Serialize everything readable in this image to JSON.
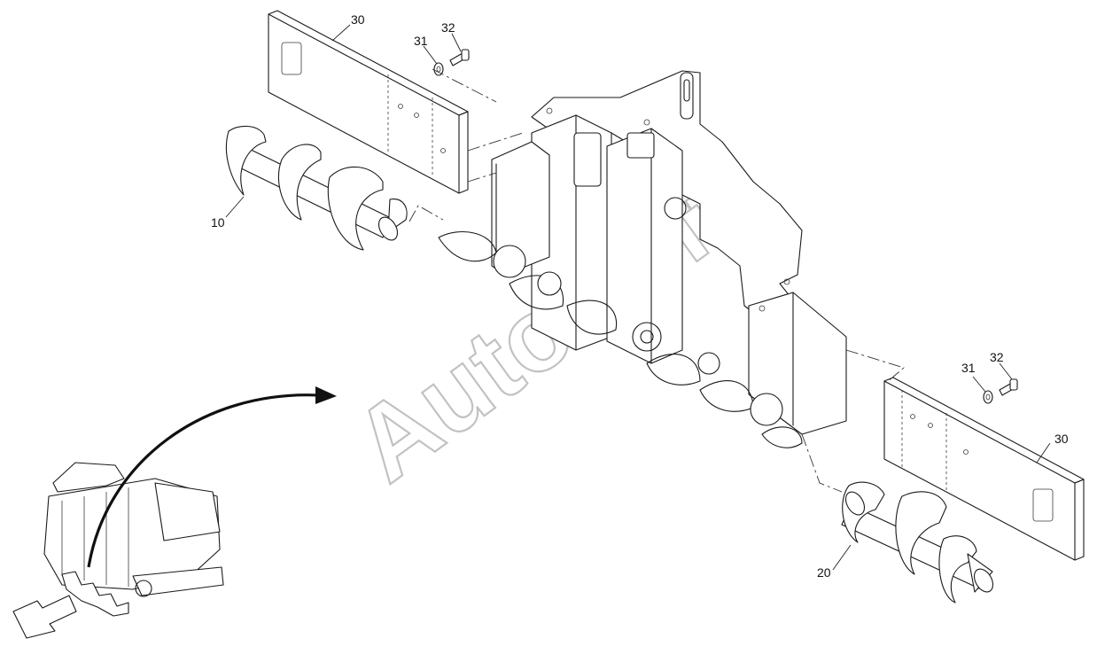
{
  "watermark": "AutoSoft",
  "callouts": {
    "plate_top": "30",
    "washer_top": "31",
    "bolt_top": "32",
    "auger_left": "10",
    "washer_right": "31",
    "bolt_right": "32",
    "plate_right": "30",
    "auger_right": "20"
  },
  "icons": [
    "direction-arrow-icon",
    "view-arrow-icon"
  ]
}
